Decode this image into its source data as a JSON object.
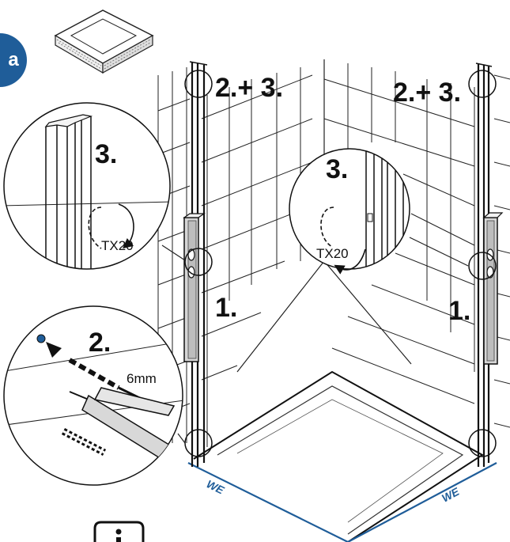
{
  "step_badge": "a",
  "labels": {
    "top_left_marker": "2.+ 3.",
    "top_right_marker": "2.+ 3.",
    "left_step1": "1.",
    "right_step1": "1.",
    "inset_left_step": "3.",
    "inset_left_tool": "TX20",
    "inset_center_step": "3.",
    "inset_center_tool": "TX20",
    "inset_drill_step": "2.",
    "inset_drill_size": "6mm",
    "we_left": "WE",
    "we_right": "WE"
  },
  "colors": {
    "accent": "#1f5d99",
    "line": "#111111",
    "background": "#ffffff"
  },
  "icons": [
    "tray-icon",
    "level-icon",
    "screwdriver-rotation-icon",
    "drill-bit-icon",
    "wall-plug-icon",
    "info-icon"
  ]
}
